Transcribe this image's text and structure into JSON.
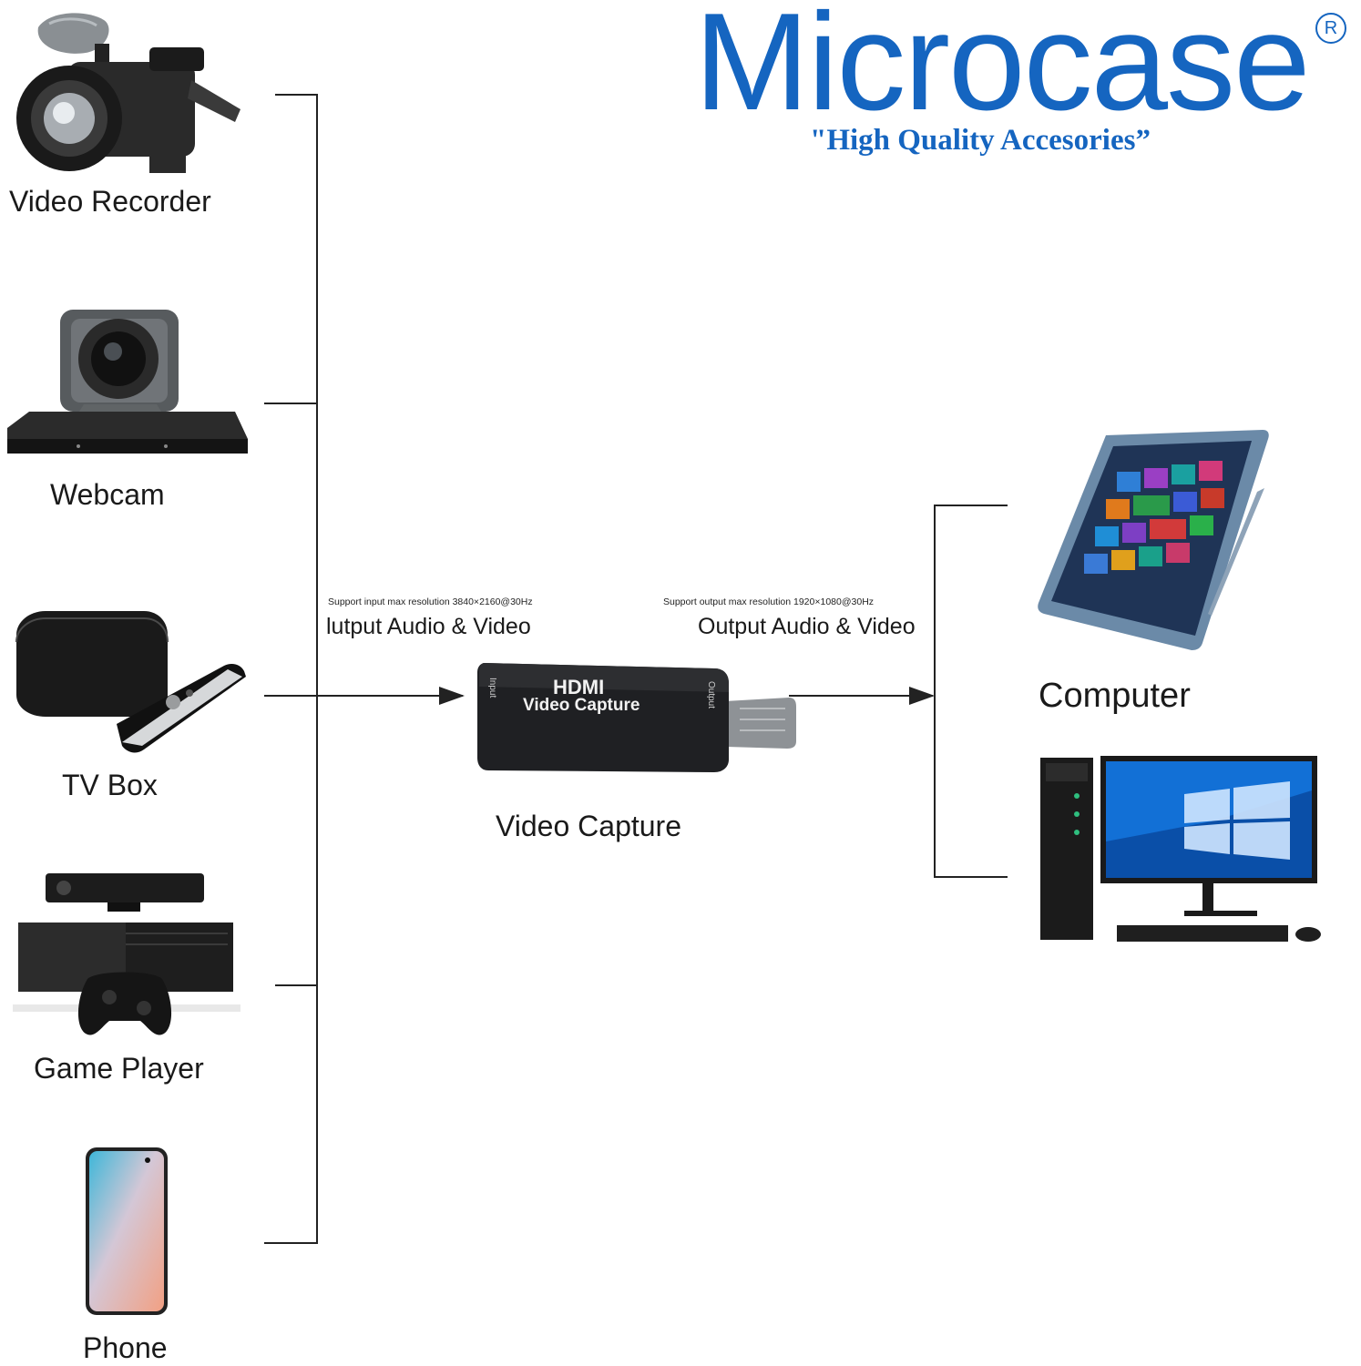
{
  "brand": {
    "name": "Microcase",
    "registered_mark": "R",
    "tagline": "\"High Quality Accesories”",
    "color": "#1565c0"
  },
  "sources": [
    {
      "label": "Video Recorder",
      "icon": "video-recorder-icon"
    },
    {
      "label": "Webcam",
      "icon": "webcam-icon"
    },
    {
      "label": "TV Box",
      "icon": "tv-box-icon"
    },
    {
      "label": "Game Player",
      "icon": "game-console-icon"
    },
    {
      "label": "Phone",
      "icon": "phone-icon"
    }
  ],
  "input": {
    "spec": "Support input max resolution 3840×2160@30Hz",
    "label": "lutput Audio & Video"
  },
  "output": {
    "spec": "Support output max resolution 1920×1080@30Hz",
    "label": "Output Audio & Video"
  },
  "device": {
    "brand_mark": "HDMI",
    "name_on_device": "Video Capture",
    "port_in": "Input",
    "port_out": "Output",
    "caption": "Video Capture",
    "icon": "hdmi-capture-dongle-icon"
  },
  "targets": {
    "label": "Computer",
    "items": [
      {
        "icon": "tablet-pc-icon"
      },
      {
        "icon": "desktop-pc-icon"
      }
    ]
  }
}
